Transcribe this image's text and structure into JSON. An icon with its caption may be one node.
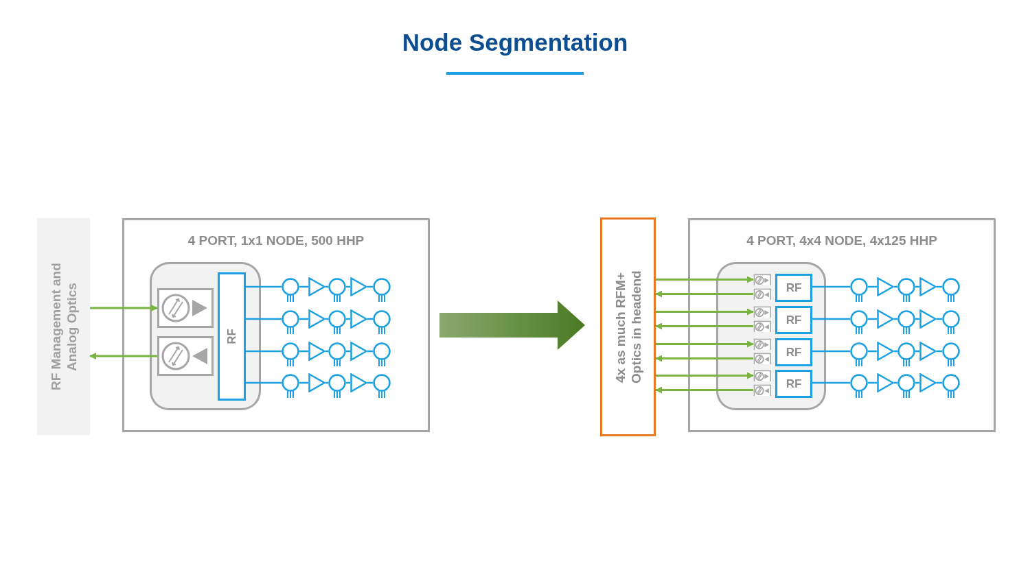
{
  "diagram": {
    "title": "Node Segmentation",
    "nodes": [
      {
        "text": [
          "RF Management and Analog Optics"
        ]
      },
      {
        "text": [
          "4 PORT, 1x1 NODE, 500 HHP"
        ]
      },
      {
        "text": [],
        "shape": "box",
        "in": 1
      },
      {
        "text": [],
        "shape": "picture",
        "in": 2
      },
      {
        "text": [],
        "shape": "picture",
        "in": 2
      },
      {
        "text": [
          "RF"
        ],
        "in": 2
      },
      {
        "text": [],
        "shape": "circle",
        "in": 1
      },
      {
        "text": [],
        "shape": "triangle",
        "in": 1
      },
      {
        "text": [],
        "shape": "circle",
        "in": 1
      },
      {
        "text": [],
        "shape": "triangle",
        "in": 1
      },
      {
        "text": [],
        "shape": "circle",
        "in": 1
      },
      {
        "text": [],
        "shape": "circle",
        "in": 1
      },
      {
        "text": [],
        "shape": "triangle",
        "in": 1
      },
      {
        "text": [],
        "shape": "circle",
        "in": 1
      },
      {
        "text": [],
        "shape": "triangle",
        "in": 1
      },
      {
        "text": [],
        "shape": "circle",
        "in": 1
      },
      {
        "text": [],
        "shape": "circle",
        "in": 1
      },
      {
        "text": [],
        "shape": "triangle",
        "in": 1
      },
      {
        "text": [],
        "shape": "circle",
        "in": 1
      },
      {
        "text": [],
        "shape": "triangle",
        "in": 1
      },
      {
        "text": [],
        "shape": "circle",
        "in": 1
      },
      {
        "text": [],
        "shape": "circle",
        "in": 1
      },
      {
        "text": [],
        "shape": "triangle",
        "in": 1
      },
      {
        "text": [],
        "shape": "circle",
        "in": 1
      },
      {
        "text": [],
        "shape": "triangle",
        "in": 1
      },
      {
        "text": [],
        "shape": "circle",
        "in": 1
      },
      {
        "text": [
          "4x as much RFM+ Optics in headend"
        ]
      },
      {
        "text": [
          "4 PORT, 4x4 NODE, 4x125 HHP"
        ]
      },
      {
        "text": [],
        "shape": "box",
        "in": 27
      },
      {
        "text": [],
        "shape": "picture",
        "in": 28
      },
      {
        "text": [],
        "shape": "picture",
        "in": 28
      },
      {
        "text": [
          "RF"
        ],
        "in": 28
      },
      {
        "text": [],
        "shape": "picture",
        "in": 28
      },
      {
        "text": [],
        "shape": "picture",
        "in": 28
      },
      {
        "text": [
          "RF"
        ],
        "in": 28
      },
      {
        "text": [],
        "shape": "picture",
        "in": 28
      },
      {
        "text": [],
        "shape": "picture",
        "in": 28
      },
      {
        "text": [
          "RF"
        ],
        "in": 28
      },
      {
        "text": [],
        "shape": "picture",
        "in": 28
      },
      {
        "text": [],
        "shape": "picture",
        "in": 28
      },
      {
        "text": [
          "RF"
        ],
        "in": 28
      },
      {
        "text": [],
        "shape": "circle",
        "in": 27
      },
      {
        "text": [],
        "shape": "triangle",
        "in": 27
      },
      {
        "text": [],
        "shape": "circle",
        "in": 27
      },
      {
        "text": [],
        "shape": "triangle",
        "in": 27
      },
      {
        "text": [],
        "shape": "circle",
        "in": 27
      },
      {
        "text": [],
        "shape": "circle",
        "in": 27
      },
      {
        "text": [],
        "shape": "triangle",
        "in": 27
      },
      {
        "text": [],
        "shape": "circle",
        "in": 27
      },
      {
        "text": [],
        "shape": "triangle",
        "in": 27
      },
      {
        "text": [],
        "shape": "circle",
        "in": 27
      },
      {
        "text": [],
        "shape": "circle",
        "in": 27
      },
      {
        "text": [],
        "shape": "triangle",
        "in": 27
      },
      {
        "text": [],
        "shape": "circle",
        "in": 27
      },
      {
        "text": [],
        "shape": "triangle",
        "in": 27
      },
      {
        "text": [],
        "shape": "circle",
        "in": 27
      },
      {
        "text": [],
        "shape": "circle",
        "in": 27
      },
      {
        "text": [],
        "shape": "triangle",
        "in": 27
      },
      {
        "text": [],
        "shape": "circle",
        "in": 27
      },
      {
        "text": [],
        "shape": "triangle",
        "in": 27
      },
      {
        "text": [],
        "shape": "circle",
        "in": 27
      }
    ],
    "edges": [
      {
        "from": 0,
        "to": 3,
        "arrow": "to",
        "color": "#7ab342"
      },
      {
        "from": 4,
        "to": 0,
        "arrow": "to",
        "color": "#7ab342"
      },
      {
        "from": 5,
        "to": 6,
        "arrow": "none"
      },
      {
        "from": 6,
        "to": 7,
        "arrow": "none"
      },
      {
        "from": 7,
        "to": 8,
        "arrow": "none"
      },
      {
        "from": 8,
        "to": 9,
        "arrow": "none"
      },
      {
        "from": 9,
        "to": 10,
        "arrow": "none"
      },
      {
        "from": 5,
        "to": 11,
        "arrow": "none"
      },
      {
        "from": 11,
        "to": 12,
        "arrow": "none"
      },
      {
        "from": 12,
        "to": 13,
        "arrow": "none"
      },
      {
        "from": 13,
        "to": 14,
        "arrow": "none"
      },
      {
        "from": 14,
        "to": 15,
        "arrow": "none"
      },
      {
        "from": 5,
        "to": 16,
        "arrow": "none"
      },
      {
        "from": 16,
        "to": 17,
        "arrow": "none"
      },
      {
        "from": 17,
        "to": 18,
        "arrow": "none"
      },
      {
        "from": 18,
        "to": 19,
        "arrow": "none"
      },
      {
        "from": 19,
        "to": 20,
        "arrow": "none"
      },
      {
        "from": 5,
        "to": 21,
        "arrow": "none"
      },
      {
        "from": 21,
        "to": 22,
        "arrow": "none"
      },
      {
        "from": 22,
        "to": 23,
        "arrow": "none"
      },
      {
        "from": 23,
        "to": 24,
        "arrow": "none"
      },
      {
        "from": 24,
        "to": 25,
        "arrow": "none"
      },
      {
        "from": 1,
        "to": 26,
        "arrow": "to",
        "style": "thick",
        "color": "#4a7a22"
      },
      {
        "from": 26,
        "to": 29,
        "arrow": "to",
        "color": "#7ab342"
      },
      {
        "from": 30,
        "to": 26,
        "arrow": "to",
        "color": "#7ab342"
      },
      {
        "from": 26,
        "to": 32,
        "arrow": "to",
        "color": "#7ab342"
      },
      {
        "from": 33,
        "to": 26,
        "arrow": "to",
        "color": "#7ab342"
      },
      {
        "from": 26,
        "to": 35,
        "arrow": "to",
        "color": "#7ab342"
      },
      {
        "from": 36,
        "to": 26,
        "arrow": "to",
        "color": "#7ab342"
      },
      {
        "from": 26,
        "to": 38,
        "arrow": "to",
        "color": "#7ab342"
      },
      {
        "from": 39,
        "to": 26,
        "arrow": "to",
        "color": "#7ab342"
      },
      {
        "from": 31,
        "to": 41,
        "arrow": "none"
      },
      {
        "from": 41,
        "to": 42,
        "arrow": "none"
      },
      {
        "from": 42,
        "to": 43,
        "arrow": "none"
      },
      {
        "from": 43,
        "to": 44,
        "arrow": "none"
      },
      {
        "from": 44,
        "to": 45,
        "arrow": "none"
      },
      {
        "from": 34,
        "to": 46,
        "arrow": "none"
      },
      {
        "from": 46,
        "to": 47,
        "arrow": "none"
      },
      {
        "from": 47,
        "to": 48,
        "arrow": "none"
      },
      {
        "from": 48,
        "to": 49,
        "arrow": "none"
      },
      {
        "from": 49,
        "to": 50,
        "arrow": "none"
      },
      {
        "from": 37,
        "to": 51,
        "arrow": "none"
      },
      {
        "from": 51,
        "to": 52,
        "arrow": "none"
      },
      {
        "from": 52,
        "to": 53,
        "arrow": "none"
      },
      {
        "from": 53,
        "to": 54,
        "arrow": "none"
      },
      {
        "from": 54,
        "to": 55,
        "arrow": "none"
      },
      {
        "from": 40,
        "to": 56,
        "arrow": "none"
      },
      {
        "from": 56,
        "to": 57,
        "arrow": "none"
      },
      {
        "from": 57,
        "to": 58,
        "arrow": "none"
      },
      {
        "from": 58,
        "to": 59,
        "arrow": "none"
      },
      {
        "from": 59,
        "to": 60,
        "arrow": "none"
      }
    ]
  }
}
